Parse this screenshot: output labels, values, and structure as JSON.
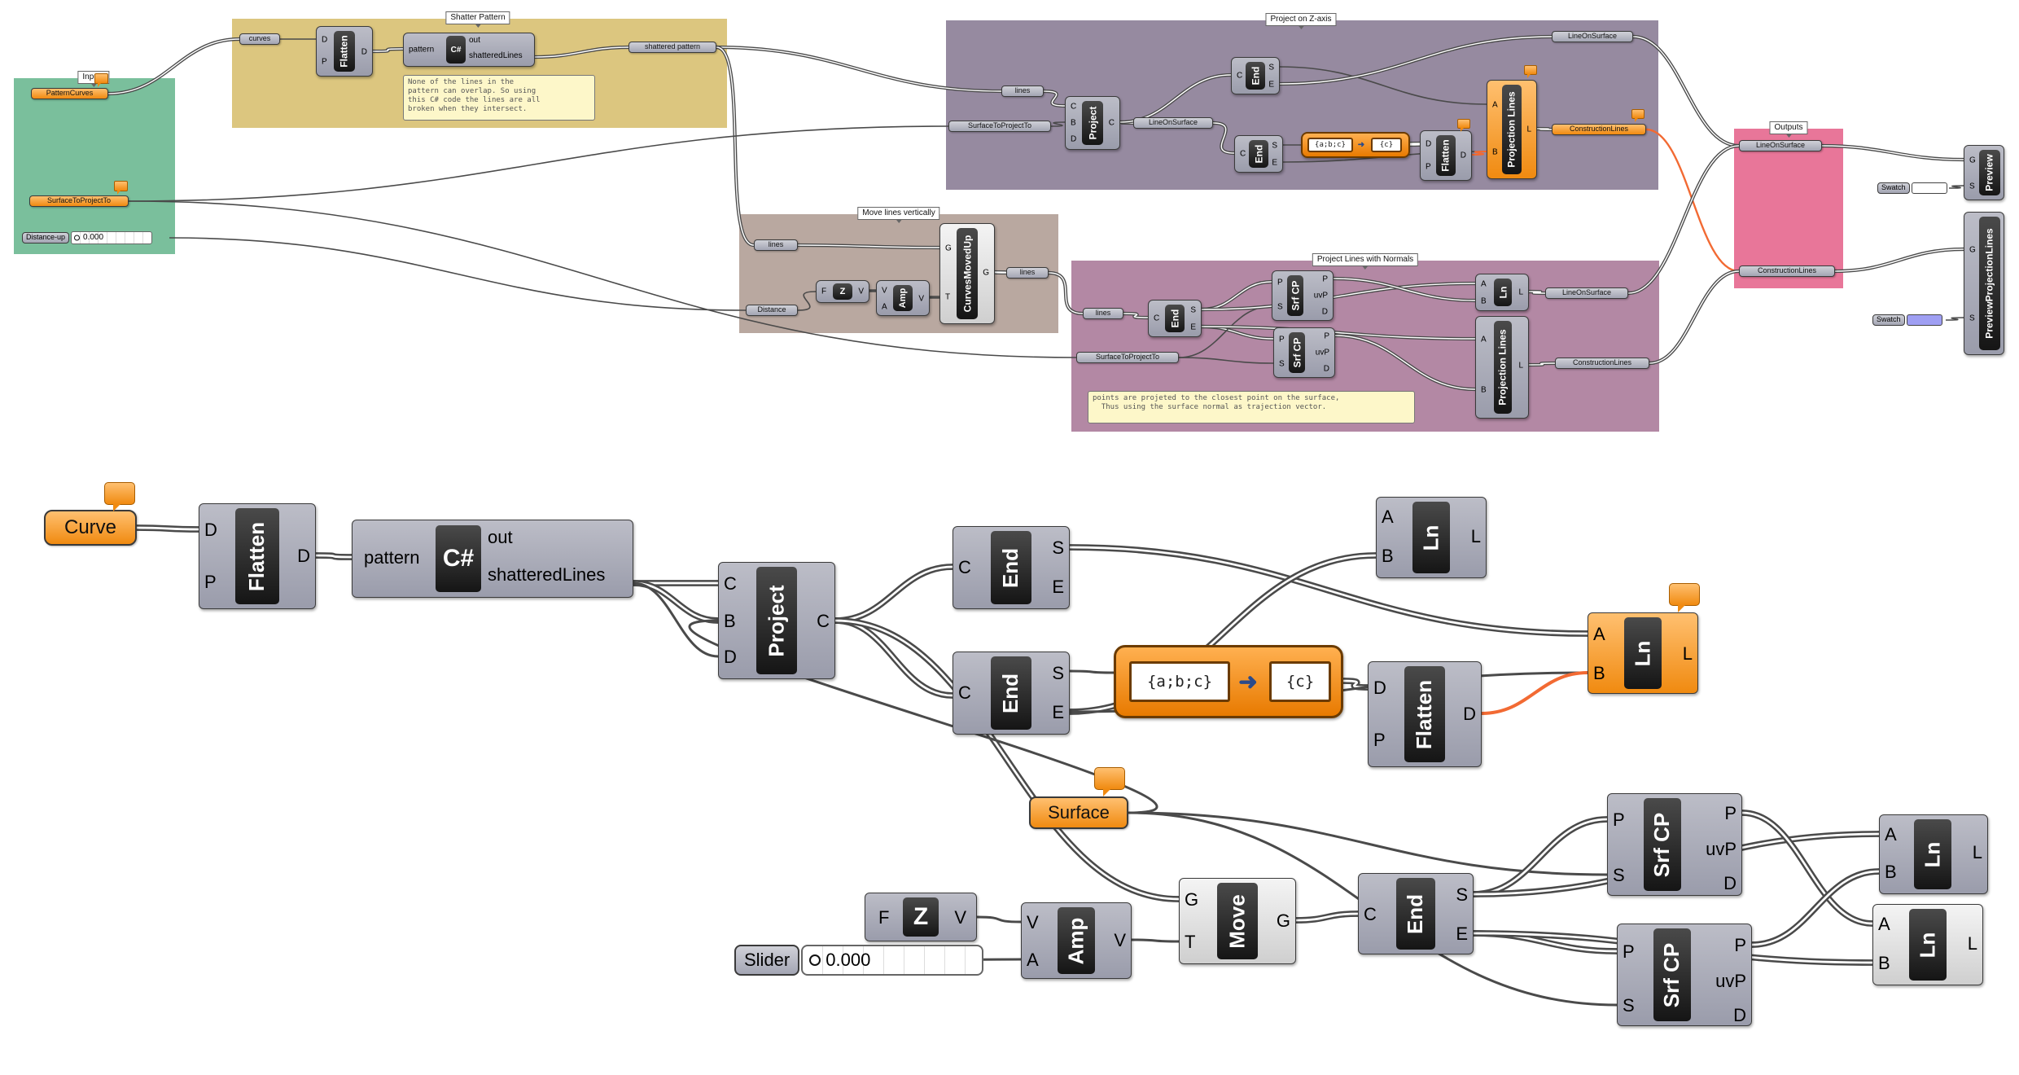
{
  "colors": {
    "inputs_group": "#7abf9c",
    "shatter_group": "#dcc67f",
    "projectz_group": "#968aa0",
    "move_group": "#b9a8a0",
    "normals_group": "#b388a4",
    "outputs_group": "#e87699",
    "orange_param": "#f39423",
    "wire": "#4a4a4a",
    "selected_wire": "#f26a33",
    "swatch_white": "#ffffff",
    "swatch_blue": "#9f9ff3"
  },
  "groups": {
    "inputs": "Inputs",
    "shatter": "Shatter Pattern",
    "projectz": "Project on Z-axis",
    "move": "Move lines vertically",
    "normals": "Project Lines with Normals",
    "outputs": "Outputs"
  },
  "top": {
    "pattern_curves": "PatternCurves",
    "surface_to_project_to": "SurfaceToProjectTo",
    "distance_up_label": "Distance-up",
    "distance_up_value": "0.000",
    "curves": "curves",
    "flatten": {
      "name": "Flatten",
      "in": [
        "D",
        "P"
      ],
      "out": [
        "D"
      ]
    },
    "csharp": {
      "name": "C#",
      "in": [
        "pattern"
      ],
      "out": [
        "out",
        "shatteredLines"
      ]
    },
    "panel_note": "None of the lines in the\npattern can overlap. So using\nthis C# code the lines are all\nbroken when they intersect.",
    "shattered_pattern": "shattered pattern",
    "lines": "lines",
    "surface_to_project_to_relay": "SurfaceToProjectTo",
    "project": {
      "name": "Project",
      "in": [
        "C",
        "B",
        "D"
      ],
      "out": [
        "C"
      ]
    },
    "line_on_surface_relay": "LineOnSurface",
    "end1": {
      "name": "End",
      "in": [
        "C"
      ],
      "out": [
        "S",
        "E"
      ]
    },
    "end2": {
      "name": "End",
      "in": [
        "C"
      ],
      "out": [
        "S",
        "E"
      ]
    },
    "expression_left": "{a;b;c}",
    "expression_right": "{c}",
    "flatten2": {
      "name": "Flatten",
      "in": [
        "D",
        "P"
      ],
      "out": [
        "D"
      ]
    },
    "projection_lines": {
      "name": "Projection Lines",
      "in": [
        "A",
        "B"
      ],
      "out": [
        "L"
      ]
    },
    "line_on_surface_top": "LineOnSurface",
    "construction_lines_top": "ConstructionLines",
    "move": {
      "lines_in": "lines",
      "distance": "Distance",
      "unit_z": {
        "name": "Z",
        "in": [
          "F"
        ],
        "out": [
          "V"
        ]
      },
      "amp": {
        "name": "Amp",
        "in": [
          "V",
          "A"
        ],
        "out": [
          "V"
        ]
      },
      "curves_moved_up": {
        "name": "CurvesMovedUp",
        "in": [
          "G",
          "T"
        ],
        "out": [
          "G"
        ]
      },
      "lines_out": "lines"
    },
    "normals": {
      "lines": "lines",
      "surface": "SurfaceToProjectTo",
      "end": {
        "name": "End",
        "in": [
          "C"
        ],
        "out": [
          "S",
          "E"
        ]
      },
      "srfcp1": {
        "name": "Srf CP",
        "in": [
          "P",
          "S"
        ],
        "out": [
          "P",
          "uvP",
          "D"
        ]
      },
      "srfcp2": {
        "name": "Srf CP",
        "in": [
          "P",
          "S"
        ],
        "out": [
          "P",
          "uvP",
          "D"
        ]
      },
      "ln": {
        "name": "Ln",
        "in": [
          "A",
          "B"
        ],
        "out": [
          "L"
        ]
      },
      "projection_lines": {
        "name": "Projection Lines",
        "in": [
          "A",
          "B"
        ],
        "out": [
          "L"
        ]
      },
      "line_on_surface": "LineOnSurface",
      "construction_lines": "ConstructionLines",
      "panel_note": "points are projeted to the closest point on the surface,\n  Thus using the surface normal as trajection vector."
    },
    "outputs": {
      "line_on_surface": "LineOnSurface",
      "construction_lines": "ConstructionLines"
    },
    "preview": {
      "name": "Preview",
      "in": [
        "G",
        "S"
      ]
    },
    "preview_projection_lines": {
      "name": "PreviewProjectionLines",
      "in": [
        "G",
        "S"
      ]
    },
    "swatch1": "Swatch",
    "swatch2": "Swatch"
  },
  "bottom": {
    "curve": "Curve",
    "flatten": {
      "name": "Flatten",
      "in": [
        "D",
        "P"
      ],
      "out": [
        "D"
      ]
    },
    "csharp": {
      "name": "C#",
      "in": [
        "pattern"
      ],
      "out": [
        "out",
        "shatteredLines"
      ]
    },
    "project": {
      "name": "Project",
      "in": [
        "C",
        "B",
        "D"
      ],
      "out": [
        "C"
      ]
    },
    "end1": {
      "name": "End",
      "in": [
        "C"
      ],
      "out": [
        "S",
        "E"
      ]
    },
    "end2": {
      "name": "End",
      "in": [
        "C"
      ],
      "out": [
        "S",
        "E"
      ]
    },
    "expression_left": "{a;b;c}",
    "expression_right": "{c}",
    "flatten2": {
      "name": "Flatten",
      "in": [
        "D",
        "P"
      ],
      "out": [
        "D"
      ]
    },
    "ln_top": {
      "name": "Ln",
      "in": [
        "A",
        "B"
      ],
      "out": [
        "L"
      ]
    },
    "ln_orange": {
      "name": "Ln",
      "in": [
        "A",
        "B"
      ],
      "out": [
        "L"
      ]
    },
    "surface": "Surface",
    "unit_z": {
      "name": "Z",
      "in": [
        "F"
      ],
      "out": [
        "V"
      ]
    },
    "amp": {
      "name": "Amp",
      "in": [
        "V",
        "A"
      ],
      "out": [
        "V"
      ]
    },
    "slider_label": "Slider",
    "slider_value": "0.000",
    "move": {
      "name": "Move",
      "in": [
        "G",
        "T"
      ],
      "out": [
        "G"
      ]
    },
    "end3": {
      "name": "End",
      "in": [
        "C"
      ],
      "out": [
        "S",
        "E"
      ]
    },
    "srfcp1": {
      "name": "Srf CP",
      "in": [
        "P",
        "S"
      ],
      "out": [
        "P",
        "uvP",
        "D"
      ]
    },
    "srfcp2": {
      "name": "Srf CP",
      "in": [
        "P",
        "S"
      ],
      "out": [
        "P",
        "uvP",
        "D"
      ]
    },
    "ln_right1": {
      "name": "Ln",
      "in": [
        "A",
        "B"
      ],
      "out": [
        "L"
      ]
    },
    "ln_right2": {
      "name": "Ln",
      "in": [
        "A",
        "B"
      ],
      "out": [
        "L"
      ]
    }
  }
}
